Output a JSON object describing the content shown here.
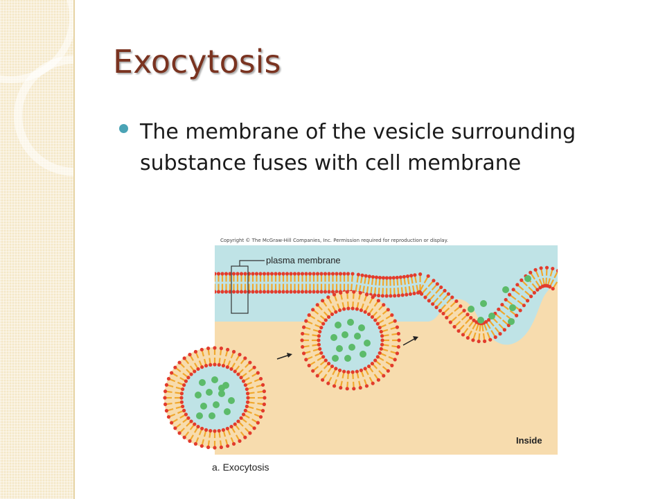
{
  "slide": {
    "title": "Exocytosis",
    "bullets": [
      "The membrane of the vesicle surrounding substance fuses with cell membrane"
    ]
  },
  "figure": {
    "copyright": "Copyright © The McGraw-Hill Companies, Inc. Permission required for reproduction or display.",
    "membrane_label": "plasma membrane",
    "side_label": "Inside",
    "caption": "a. Exocytosis",
    "colors": {
      "outside": "#bfe3e6",
      "inside": "#f7dcae",
      "lipid_tail": "#f1a82e",
      "lipid_head": "#e23b2c",
      "particle": "#5cbb6a"
    }
  }
}
